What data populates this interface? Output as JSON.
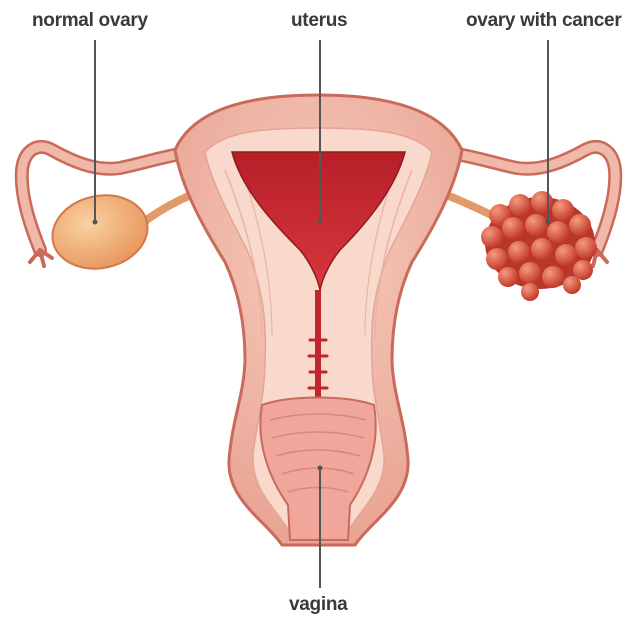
{
  "labels": {
    "normal_ovary": "normal ovary",
    "uterus": "uterus",
    "ovary_with_cancer": "ovary with cancer",
    "vagina": "vagina"
  },
  "colors": {
    "outer_tissue": "#f0b8a8",
    "outer_stroke": "#c96a5a",
    "inner_wall": "#f8d9cc",
    "cavity": "#c0272d",
    "cavity_light": "#e0484c",
    "normal_ovary": "#f2b07a",
    "cancer_ovary": "#d4503f",
    "tube": "#d98878",
    "leader_line": "#555555",
    "label_text": "#3a3a3a"
  }
}
